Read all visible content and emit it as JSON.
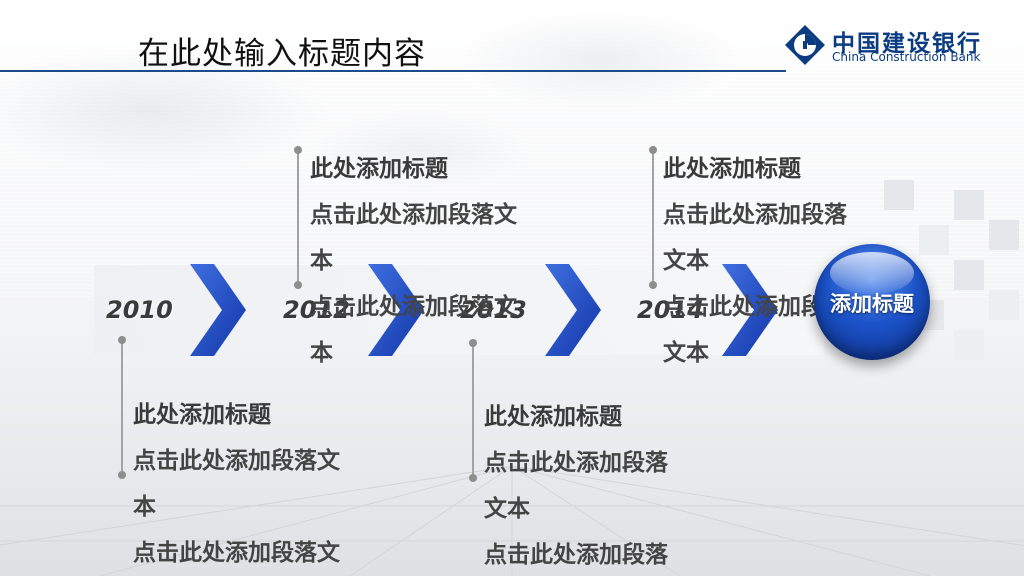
{
  "header": {
    "title": "在此处输入标题内容",
    "logo_cn": "中国建设银行",
    "logo_en": "China Construction Bank"
  },
  "colors": {
    "accent_blue": "#1a4c8c",
    "chevron_blue": "#1f4fc0",
    "orb_blue": "#1c53c9",
    "text_grey": "#444444"
  },
  "timeline": {
    "years": [
      "2010",
      "2012",
      "2013",
      "2014"
    ],
    "end_label": "添加标题",
    "top_items": [
      {
        "title": "此处添加标题",
        "lines": [
          "点击此处添加段落文",
          "本",
          "点击此处添加段落文",
          "本"
        ]
      },
      {
        "title": "此处添加标题",
        "lines": [
          "点击此处添加段落",
          "文本",
          "点击此处添加段落",
          "文本"
        ]
      }
    ],
    "bottom_items": [
      {
        "title": "此处添加标题",
        "lines": [
          "点击此处添加段落文",
          "本",
          "点击此处添加段落文"
        ]
      },
      {
        "title": "此处添加标题",
        "lines": [
          "点击此处添加段落",
          "文本",
          "点击此处添加段落"
        ]
      }
    ]
  }
}
